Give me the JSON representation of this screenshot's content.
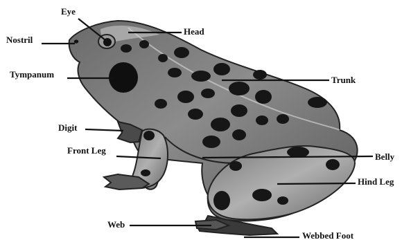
{
  "diagram": {
    "labels": {
      "eye": "Eye",
      "head": "Head",
      "nostril": "Nostril",
      "tympanum": "Tympanum",
      "trunk": "Trunk",
      "digit": "Digit",
      "front_leg": "Front Leg",
      "belly": "Belly",
      "hind_leg": "Hind Leg",
      "web": "Web",
      "webbed_foot": "Webbed Foot"
    },
    "colors": {
      "skin_dark": "#4a4a4a",
      "skin_mid": "#808080",
      "skin_light": "#b5b5b5",
      "spots": "#1a1a1a",
      "lines": "#111111"
    }
  }
}
